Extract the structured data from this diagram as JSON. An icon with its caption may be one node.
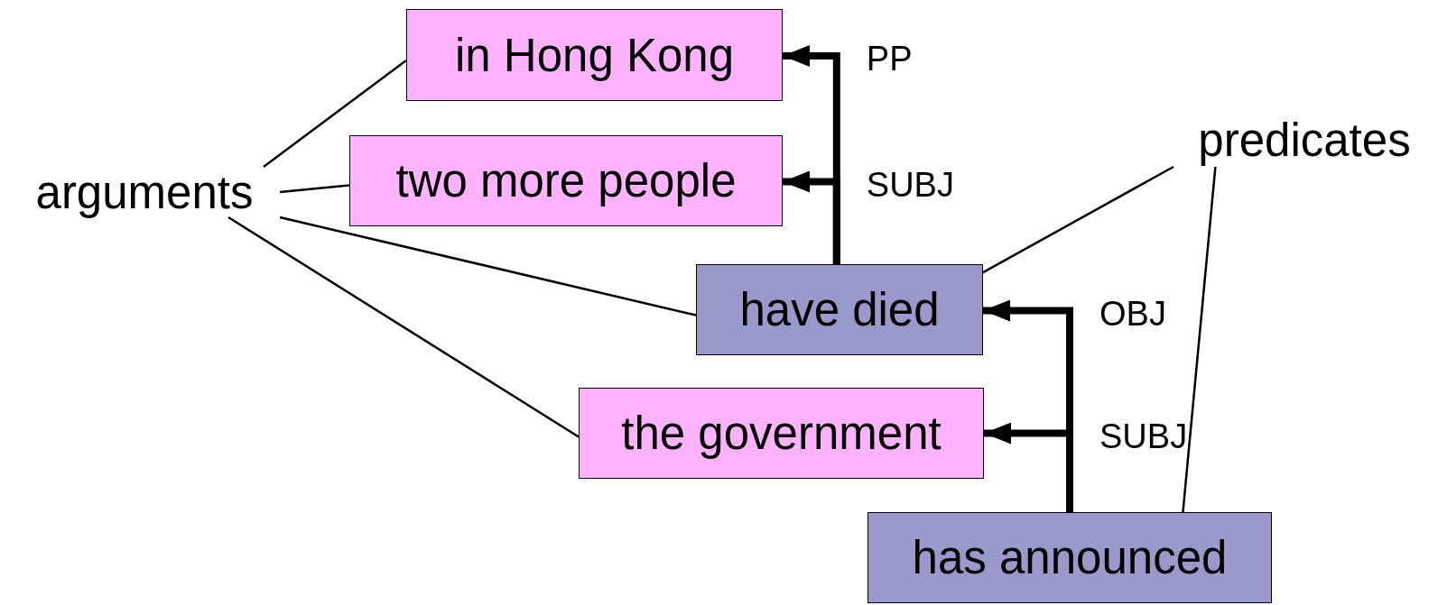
{
  "diagram": {
    "nodes": [
      {
        "text": [
          "arguments"
        ]
      },
      {
        "text": [
          "in Hong Kong"
        ]
      },
      {
        "text": [
          "two more people"
        ]
      },
      {
        "text": [
          "have died"
        ]
      },
      {
        "text": [
          "the government"
        ]
      },
      {
        "text": [
          "has announced"
        ]
      },
      {
        "text": [
          "predicates"
        ]
      }
    ],
    "edges": [
      {
        "from": 0,
        "to": 1,
        "arrow": "none"
      },
      {
        "from": 0,
        "to": 2,
        "arrow": "none"
      },
      {
        "from": 0,
        "to": 3,
        "arrow": "none"
      },
      {
        "from": 0,
        "to": 4,
        "arrow": "none"
      },
      {
        "from": 6,
        "to": 3,
        "arrow": "none"
      },
      {
        "from": 6,
        "to": 5,
        "arrow": "none"
      },
      {
        "from": 3,
        "to": 1,
        "arrow": "to",
        "style": "thick",
        "label": "PP"
      },
      {
        "from": 3,
        "to": 2,
        "arrow": "to",
        "style": "thick",
        "label": "SUBJ"
      },
      {
        "from": 5,
        "to": 3,
        "arrow": "to",
        "style": "thick",
        "label": "OBJ"
      },
      {
        "from": 5,
        "to": 4,
        "arrow": "to",
        "style": "thick",
        "label": "SUBJ"
      }
    ]
  }
}
